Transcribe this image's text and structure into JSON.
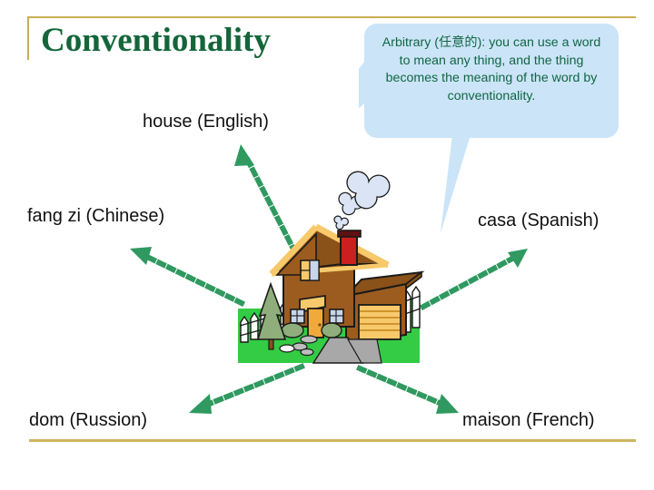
{
  "slide": {
    "title": "Conventionality",
    "background_color": "#ffffff",
    "accent_rule_color": "#c9ad52",
    "title_color": "#14663a"
  },
  "callout": {
    "name": "arbitrary-callout",
    "text": "Arbitrary (任意的): you can use a word to mean any thing, and the thing becomes the meaning of the word by conventionality.",
    "fill_color": "#cbe4f7",
    "text_color": "#116644"
  },
  "labels": [
    {
      "id": "house-english",
      "text": "house (English)"
    },
    {
      "id": "fangzi-chinese",
      "text": "fang zi (Chinese)"
    },
    {
      "id": "casa-spanish",
      "text": "casa (Spanish)"
    },
    {
      "id": "dom-russion",
      "text": "dom (Russion)"
    },
    {
      "id": "maison-french",
      "text": "maison (French)"
    }
  ],
  "arrows": {
    "color": "#2f9960",
    "style": "dotted",
    "count": 5,
    "targets": [
      "house (English)",
      "fang zi (Chinese)",
      "casa (Spanish)",
      "dom (Russion)",
      "maison (French)"
    ]
  },
  "illustration": {
    "name": "house-clipart",
    "description": "cartoon house with red chimney, smoke puffs, green lawn, white picket fence, evergreen tree, garage and walkway",
    "colors": {
      "lawn": "#33cc44",
      "wall": "#9c5c20",
      "roof": "#8a5119",
      "roof_trim": "#f7c96b",
      "chimney": "#cc1f1f",
      "door": "#f2a93b",
      "path": "#a8a8a8",
      "smoke": "#dae4f5",
      "tree": "#8fae7c"
    }
  }
}
